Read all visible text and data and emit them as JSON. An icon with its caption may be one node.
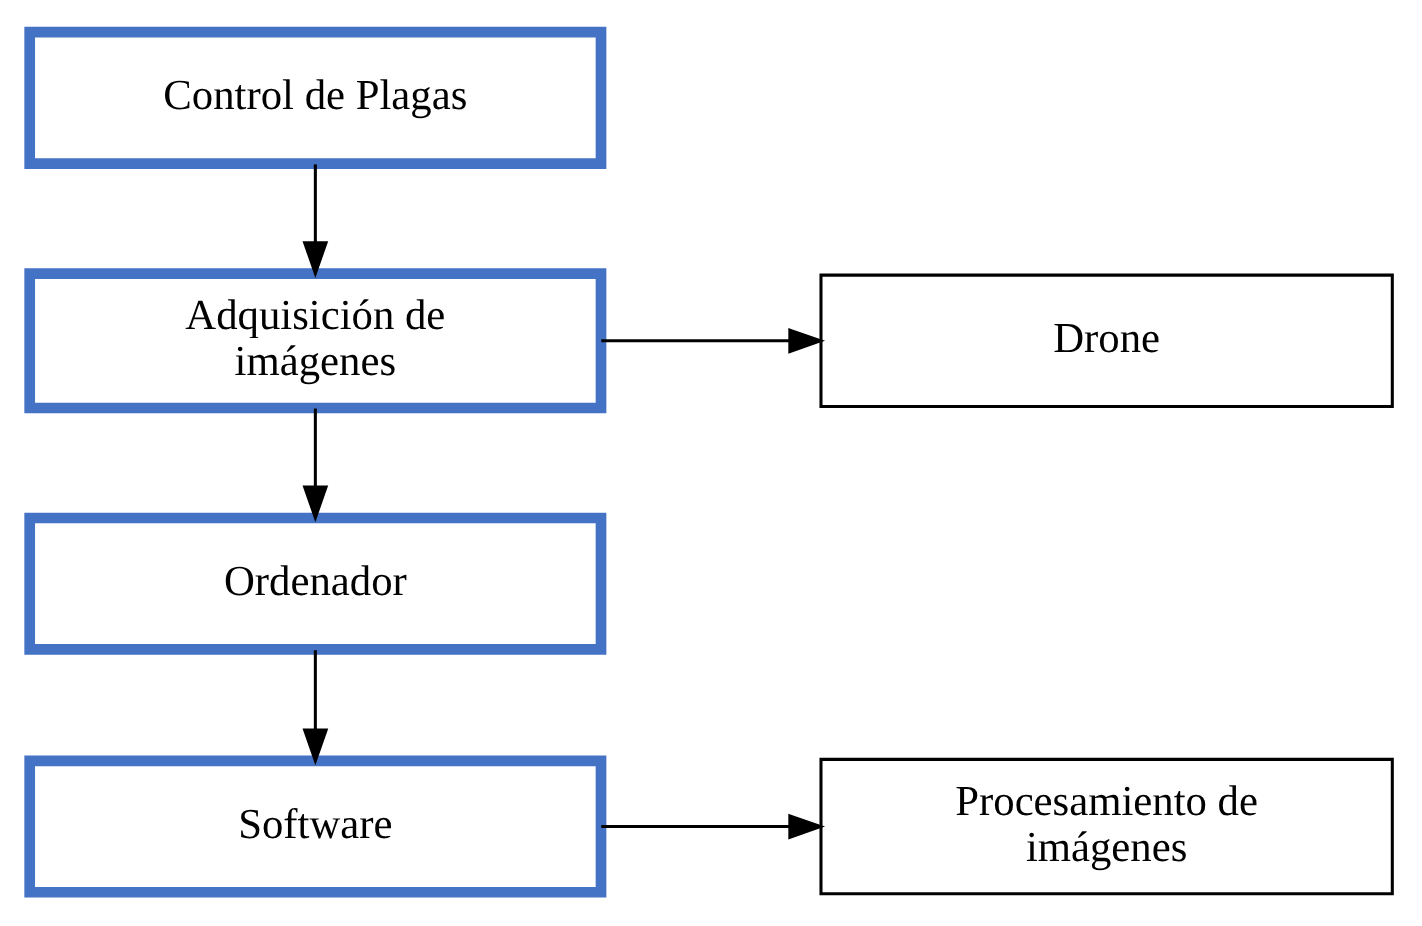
{
  "diagram": {
    "nodes": [
      {
        "text": [
          "Control de Plagas"
        ]
      },
      {
        "text": [
          "Adquisición de imágenes"
        ]
      },
      {
        "text": [
          "Drone"
        ]
      },
      {
        "text": [
          "Ordenador"
        ]
      },
      {
        "text": [
          "Software"
        ]
      },
      {
        "text": [
          "Procesamiento de imágenes"
        ]
      }
    ],
    "edges": [
      {
        "from": 0,
        "to": 1,
        "arrow": "to"
      },
      {
        "from": 1,
        "to": 2,
        "arrow": "to"
      },
      {
        "from": 1,
        "to": 3,
        "arrow": "to"
      },
      {
        "from": 3,
        "to": 4,
        "arrow": "to"
      },
      {
        "from": 4,
        "to": 5,
        "arrow": "to"
      }
    ]
  }
}
